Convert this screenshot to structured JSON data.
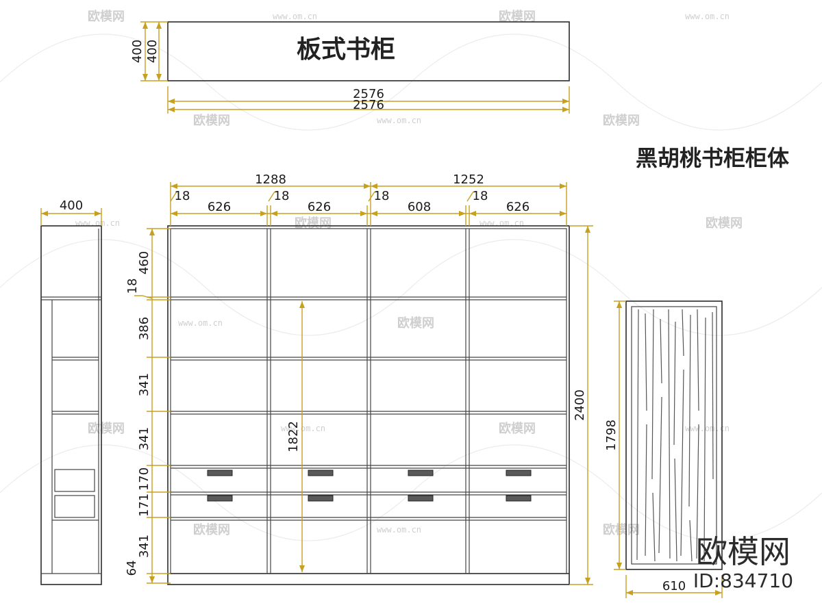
{
  "plan_view": {
    "title": "板式书柜",
    "depth_labels": [
      "400",
      "400"
    ],
    "width_labels": [
      "2576",
      "2576"
    ]
  },
  "cabinet_title": "黑胡桃书柜柜体",
  "top_dimensions": {
    "sections": [
      "1288",
      "1252"
    ],
    "thickness_marks": [
      "18",
      "18",
      "18",
      "18"
    ],
    "bays": [
      "626",
      "626",
      "608",
      "626"
    ]
  },
  "left_dimensions": [
    "460",
    "18",
    "386",
    "341",
    "341",
    "170",
    "171",
    "341",
    "64"
  ],
  "inner_height": "1822",
  "total_height": "2400",
  "side_view": {
    "depth": "400"
  },
  "door_view": {
    "height": "1798",
    "width": "610"
  },
  "watermark": {
    "brand": "欧模网",
    "url": "www.om.cn"
  },
  "branding": {
    "name": "欧模网",
    "id_text": "ID:834710"
  },
  "colors": {
    "dimension": "#c8a020",
    "line": "#2a2a2a",
    "watermark": "#cfcfcf"
  }
}
